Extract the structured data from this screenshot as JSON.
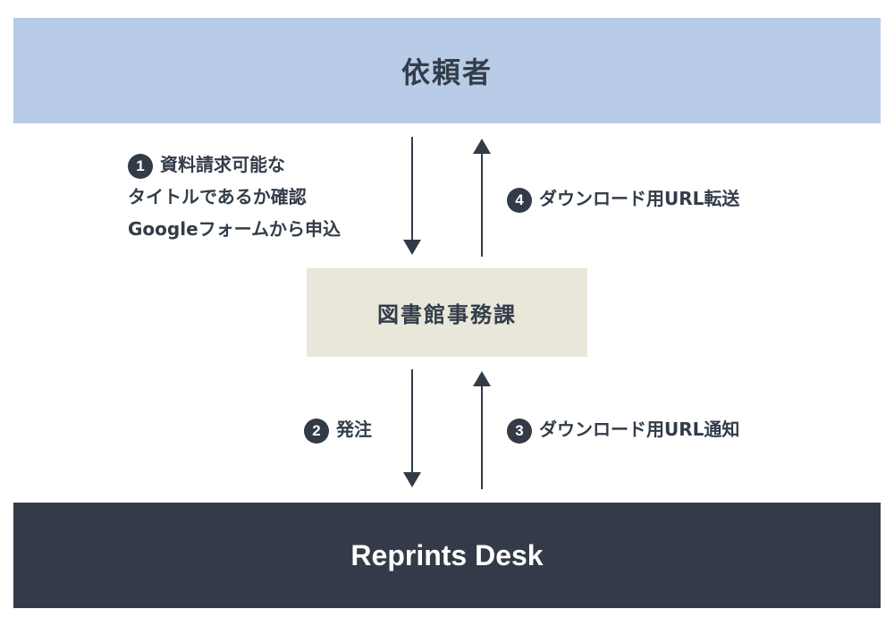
{
  "nodes": {
    "requester": "依頼者",
    "library": "図書館事務課",
    "vendor": "Reprints Desk"
  },
  "steps": [
    {
      "number": "1",
      "lines": [
        "資料請求可能な",
        "タイトルであるか確認",
        "Googleフォームから申込"
      ]
    },
    {
      "number": "2",
      "lines": [
        "発注"
      ]
    },
    {
      "number": "3",
      "lines": [
        "ダウンロード用URL通知"
      ]
    },
    {
      "number": "4",
      "lines": [
        "ダウンロード用URL転送"
      ]
    }
  ],
  "colors": {
    "requester_fill": "#b8cbe7",
    "library_fill": "#e9e6da",
    "vendor_fill": "#333b48",
    "arrow": "#333b48",
    "text": "#333d4a"
  }
}
